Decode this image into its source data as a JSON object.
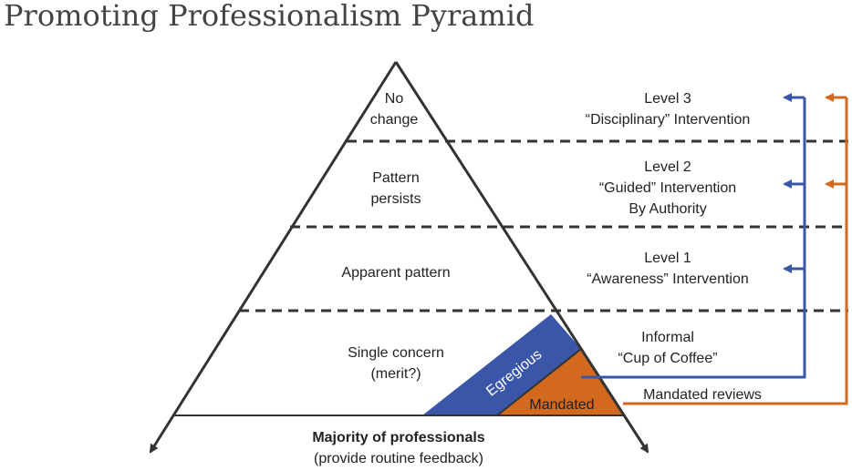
{
  "title": "Promoting Professionalism Pyramid",
  "pyramid": {
    "levels": [
      {
        "line1": "No",
        "line2": "change"
      },
      {
        "line1": "Pattern",
        "line2": "persists"
      },
      {
        "line1": "Apparent pattern"
      },
      {
        "line1": "Single concern",
        "line2": "(merit?)"
      }
    ],
    "base_label": "Majority of professionals",
    "base_sub": "(provide routine feedback)",
    "egregious": "Egregious",
    "mandated": "Mandated"
  },
  "interventions": {
    "level3": {
      "line1": "Level 3",
      "line2": "“Disciplinary” Intervention"
    },
    "level2": {
      "line1": "Level 2",
      "line2": "“Guided” Intervention",
      "line3": "By Authority"
    },
    "level1": {
      "line1": "Level 1",
      "line2": "“Awareness” Intervention"
    },
    "informal": {
      "line1": "Informal",
      "line2": "“Cup of Coffee”"
    },
    "mandated_reviews": "Mandated reviews"
  },
  "colors": {
    "blue": "#3a56a8",
    "orange": "#d2691e",
    "line": "#333333"
  }
}
